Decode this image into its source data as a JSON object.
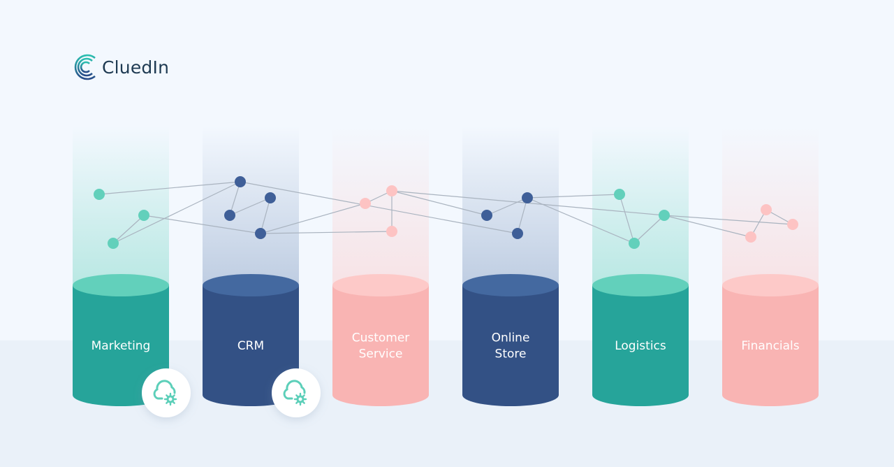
{
  "brand": {
    "name": "CluedIn"
  },
  "colors": {
    "teal": "#26a49a",
    "teal_top": "#62d0bb",
    "blue": "#335185",
    "blue_top": "#4469a0",
    "pink": "#f9b4b3",
    "pink_top": "#fdc9c8",
    "line": "#a9b3bf"
  },
  "sources": [
    {
      "lines": [
        "Marketing"
      ],
      "color": "teal",
      "badge": "cloud-gear-icon"
    },
    {
      "lines": [
        "CRM"
      ],
      "color": "blue",
      "badge": "cloud-gear-icon"
    },
    {
      "lines": [
        "Customer",
        "Service"
      ],
      "color": "pink"
    },
    {
      "lines": [
        "Online",
        "Store"
      ],
      "color": "blue"
    },
    {
      "lines": [
        "Logistics"
      ],
      "color": "teal"
    },
    {
      "lines": [
        "Financials"
      ],
      "color": "pink"
    }
  ]
}
